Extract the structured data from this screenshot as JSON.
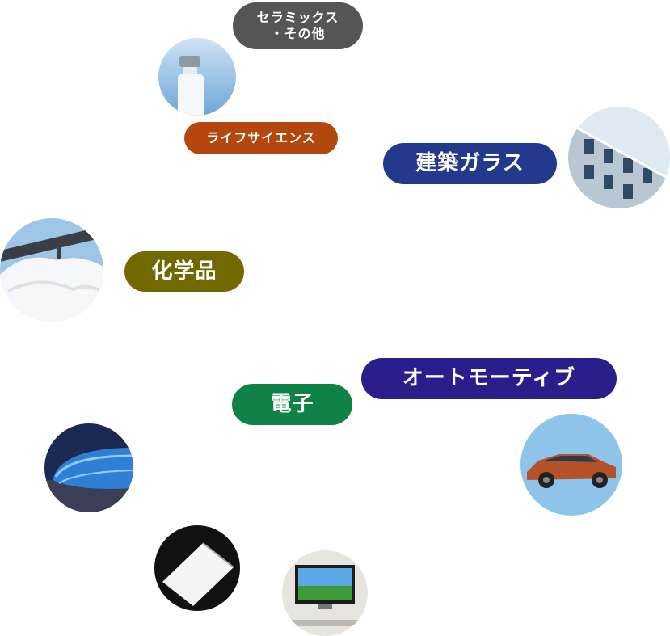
{
  "categories": {
    "ceramics": {
      "line1": "セラミックス",
      "line2": "・その他",
      "color": "#555555"
    },
    "life_science": {
      "label": "ライフサイエンス",
      "color": "#b4470e"
    },
    "architectural_glass": {
      "label": "建築ガラス",
      "color": "#23398c"
    },
    "chemicals": {
      "label": "化学品",
      "color": "#726800"
    },
    "automotive": {
      "label": "オートモーティブ",
      "color": "#2a1f8a"
    },
    "electronics": {
      "label": "電子",
      "color": "#0f8347"
    }
  },
  "images": [
    {
      "name": "vial-photo-icon"
    },
    {
      "name": "building-facade-photo-icon"
    },
    {
      "name": "chemical-salt-photo-icon"
    },
    {
      "name": "stadium-photo-icon"
    },
    {
      "name": "suv-car-photo-icon"
    },
    {
      "name": "glass-panel-photo-icon"
    },
    {
      "name": "tv-display-photo-icon"
    }
  ]
}
